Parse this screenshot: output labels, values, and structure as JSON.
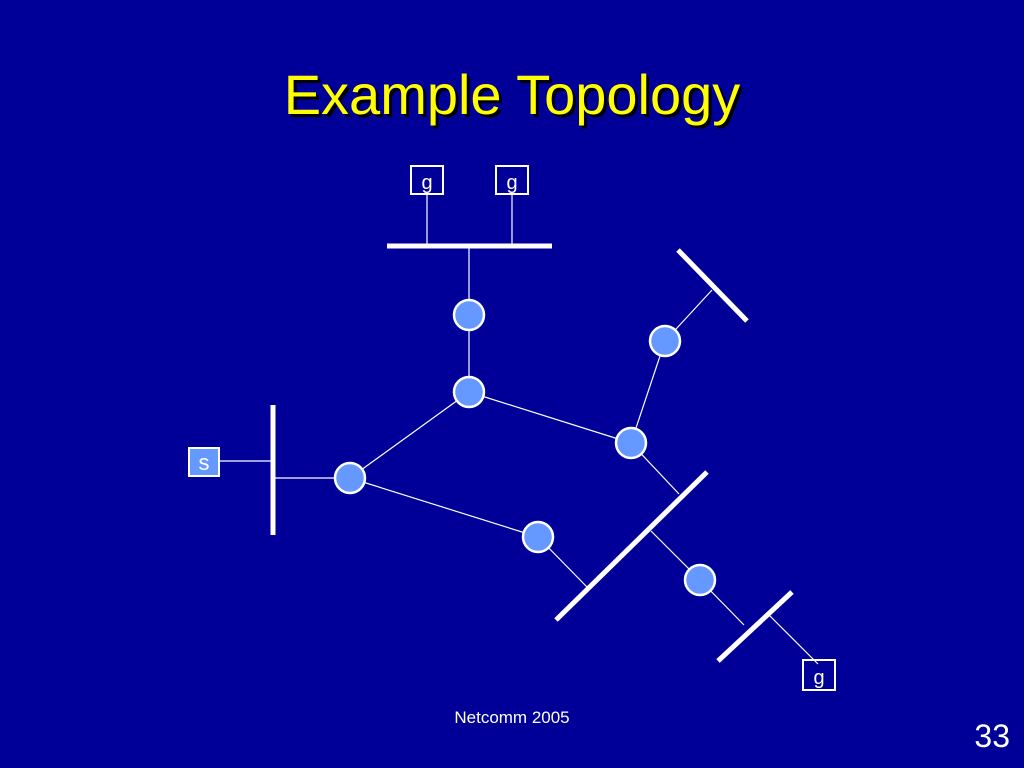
{
  "slide": {
    "title": "Example Topology",
    "footer": "Netcomm 2005",
    "page_number": "33"
  },
  "colors": {
    "background": "#000099",
    "title": "#ffff00",
    "router_fill": "#6699ff",
    "line": "#ffffff"
  },
  "diagram": {
    "hosts": [
      {
        "id": "g1",
        "label": "g"
      },
      {
        "id": "g2",
        "label": "g"
      },
      {
        "id": "s",
        "label": "s"
      },
      {
        "id": "g3",
        "label": "g"
      }
    ]
  }
}
